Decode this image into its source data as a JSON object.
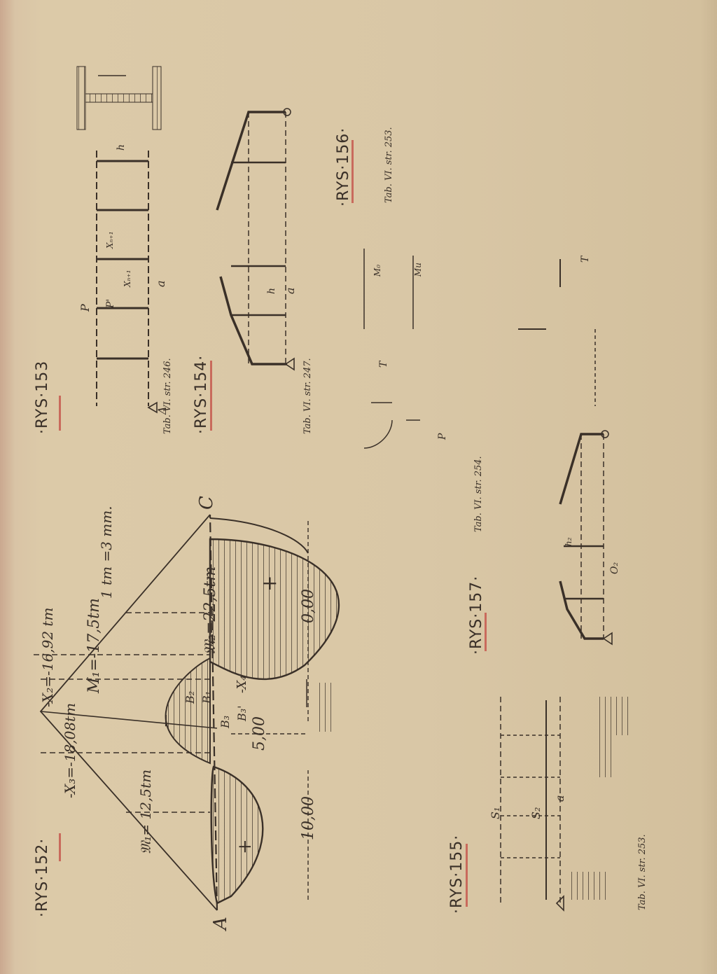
{
  "figures": {
    "rys152": {
      "label": "·RYS·152·",
      "scale": "1 tm =3 mm.",
      "point_A": "A",
      "point_C": "C",
      "M1": "M₁=-17,5tm",
      "X2": "-X₂=-16,92 tm",
      "X3": "-X₃=-18,08tm",
      "Mfield1": "𝔐₁= 12,5tm",
      "Mfield2": "𝔐₂=22,5tm",
      "dim_10": "10,00",
      "dim_5": "5,00",
      "dim_0": "0,00",
      "plus": "+",
      "minus": "−",
      "B3": "B₃",
      "B3p": "B₃'",
      "B2": "B₂",
      "B1": "B₁",
      "X4": "-X₄"
    },
    "rys153": {
      "label": "·RYS·153",
      "ref": "Tab. VI. str. 246.",
      "P": "P",
      "P1": "P'",
      "Xn": "Xₙ₊₁",
      "X1": "Xₙ₊₁",
      "a": "a",
      "h": "h",
      "delta": "Δ"
    },
    "rys154": {
      "label": "·RYS·154·",
      "ref": "Tab. VI. str. 247.",
      "a": "a",
      "h": "h"
    },
    "rys155": {
      "label": "·RYS·155·",
      "ref": "Tab. VI. str. 253.",
      "S1": "S₁",
      "S2": "S₂",
      "a": "a"
    },
    "rys156": {
      "label": "·RYS·156·",
      "ref": "Tab. VI. str. 253.",
      "T": "T",
      "P": "P",
      "M0": "M₀",
      "Mu": "Mu"
    },
    "rys157": {
      "label": "·RYS·157·",
      "ref": "Tab. VI. str. 254.",
      "h2": "h₂",
      "O2": "O₂",
      "T": "T"
    }
  },
  "colors": {
    "paper": "#d9c7a6",
    "ink": "#3a3028",
    "underline": "#c96a5c"
  }
}
